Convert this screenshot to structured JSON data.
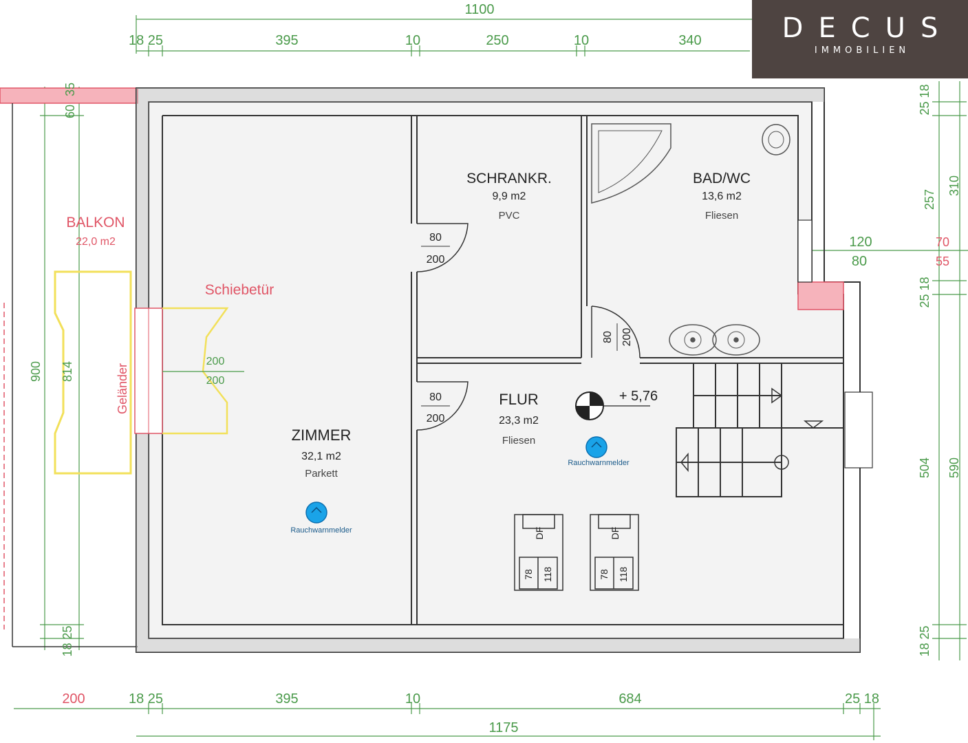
{
  "logo": {
    "brand": "DECUS",
    "sub": "IMMOBILIEN"
  },
  "colors": {
    "wall": "#333333",
    "dim_green": "#4a9a4a",
    "red": "#e05566",
    "yellow": "#f2e05a",
    "blue": "#1aa3e8",
    "logo_bg": "#4e4441"
  },
  "dimensions": {
    "top_total": "1100",
    "top_segments": [
      "18 25",
      "395",
      "10",
      "250",
      "10",
      "340"
    ],
    "bottom_total": "1175",
    "bottom_segments": [
      "18 25",
      "395",
      "10",
      "684",
      "25 18"
    ],
    "bottom_red": "200",
    "left_total": "900",
    "left_inner": "814",
    "left_top": [
      "35",
      "60"
    ],
    "left_bottom": "18 25",
    "right_top": "25 18",
    "right_upper": [
      "257",
      "310"
    ],
    "right_window": [
      "120",
      "80",
      "70",
      "55"
    ],
    "right_mid": "25 18",
    "right_lower": [
      "504",
      "590"
    ],
    "right_bottom": "18 25"
  },
  "rooms": {
    "balkon": {
      "name": "BALKON",
      "area": "22,0 m2"
    },
    "schrank": {
      "name": "SCHRANKR.",
      "area": "9,9 m2",
      "floor": "PVC"
    },
    "bad": {
      "name": "BAD/WC",
      "area": "13,6 m2",
      "floor": "Fliesen"
    },
    "zimmer": {
      "name": "ZIMMER",
      "area": "32,1 m2",
      "floor": "Parkett"
    },
    "flur": {
      "name": "FLUR",
      "area": "23,3 m2",
      "floor": "Fliesen"
    }
  },
  "labels": {
    "sliding_door": "Schiebetür",
    "railing": "Geländer",
    "level": "+ 5,76",
    "smoke_1": "Rauchwarnmelder",
    "smoke_2": "Rauchwarnmelder"
  },
  "doors": {
    "schrank": [
      "80",
      "200"
    ],
    "bad": [
      "80",
      "200"
    ],
    "flur": [
      "80",
      "200"
    ],
    "slide": [
      "200",
      "200"
    ]
  },
  "windows": {
    "w1": [
      "DF",
      "78",
      "118"
    ],
    "w2": [
      "DF",
      "78",
      "118"
    ]
  }
}
